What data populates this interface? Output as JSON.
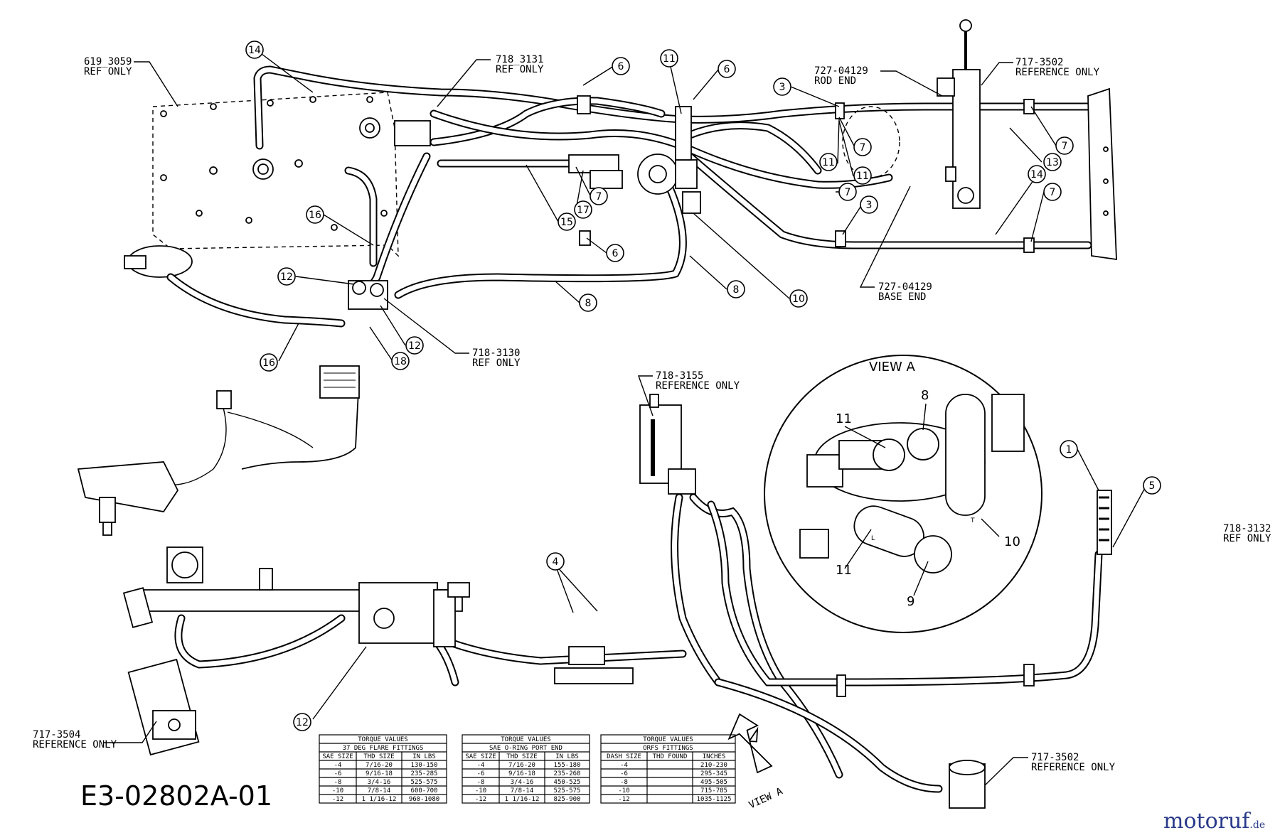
{
  "diagram_code": "E3-02802A-01",
  "watermark": {
    "main": "motoruf",
    "suffix": ".de",
    "color": "#2a3a8a"
  },
  "ref_labels": {
    "r619_3059": {
      "line1": "619_3059",
      "line2": "REF ONLY"
    },
    "r718_3131": {
      "line1": "718_3131",
      "line2": "REF ONLY"
    },
    "r727_04129_rod": {
      "line1": "727-04129",
      "line2": "ROD END"
    },
    "r717_3502_top": {
      "line1": "717-3502",
      "line2": "REFERENCE ONLY"
    },
    "r727_04129_base": {
      "line1": "727-04129",
      "line2": "BASE END"
    },
    "r718_3130": {
      "line1": "718-3130",
      "line2": "REF ONLY"
    },
    "r718_3155": {
      "line1": "718-3155",
      "line2": "REFERENCE ONLY"
    },
    "r718_3132": {
      "line1": "718-3132",
      "line2": "REF ONLY"
    },
    "r717_3504": {
      "line1": "717-3504",
      "line2": "REFERENCE ONLY"
    },
    "r717_3502_bottom": {
      "line1": "717-3502",
      "line2": "REFERENCE ONLY"
    }
  },
  "callouts": {
    "c14a": "14",
    "c6a": "6",
    "c11a": "11",
    "c6b": "6",
    "c3a": "3",
    "c7a": "7",
    "c11b": "11",
    "c11c": "11",
    "c7b": "7",
    "c3b": "3",
    "c7c": "7",
    "c13": "13",
    "c14b": "14",
    "c7d": "7",
    "c16a": "16",
    "c7e": "7",
    "c17": "17",
    "c15": "15",
    "c6c": "6",
    "c12a": "12",
    "c8a": "8",
    "c8b": "8",
    "c10": "10",
    "c12b": "12",
    "c16b": "16",
    "c18": "18",
    "c4": "4",
    "c1": "1",
    "c5": "5",
    "c12c": "12"
  },
  "view_a": {
    "title": "VIEW A",
    "labels": {
      "n8": "8",
      "n11a": "11",
      "n10": "10",
      "n11b": "11",
      "n9": "9",
      "tT": "T",
      "tL": "L"
    }
  },
  "view_arrow_label": "VIEW A",
  "tables": [
    {
      "title": "TORQUE VALUES",
      "subtitle": "37 DEG FLARE FITTINGS",
      "headers": [
        "SAE SIZE",
        "THD SIZE",
        "IN LBS"
      ],
      "rows": [
        [
          "-4",
          "7/16-20",
          "130-150"
        ],
        [
          "-6",
          "9/16-18",
          "235-285"
        ],
        [
          "-8",
          "3/4-16",
          "525-575"
        ],
        [
          "-10",
          "7/8-14",
          "600-700"
        ],
        [
          "-12",
          "1 1/16-12",
          "960-1080"
        ]
      ]
    },
    {
      "title": "TORQUE VALUES",
      "subtitle": "SAE O-RING PORT END",
      "headers": [
        "SAE SIZE",
        "THD SIZE",
        "IN LBS"
      ],
      "rows": [
        [
          "-4",
          "7/16-20",
          "155-180"
        ],
        [
          "-6",
          "9/16-18",
          "235-260"
        ],
        [
          "-8",
          "3/4-16",
          "450-525"
        ],
        [
          "-10",
          "7/8-14",
          "525-575"
        ],
        [
          "-12",
          "1 1/16-12",
          "825-900"
        ]
      ]
    },
    {
      "title": "TORQUE VALUES",
      "subtitle": "ORFS FITTINGS",
      "headers": [
        "DASH SIZE",
        "THD FOUND",
        "INCHES"
      ],
      "rows": [
        [
          "-4",
          "",
          "210-230"
        ],
        [
          "-6",
          "",
          "295-345"
        ],
        [
          "-8",
          "",
          "495-505"
        ],
        [
          "-10",
          "",
          "715-785"
        ],
        [
          "-12",
          "",
          "1035-1125"
        ]
      ]
    }
  ]
}
